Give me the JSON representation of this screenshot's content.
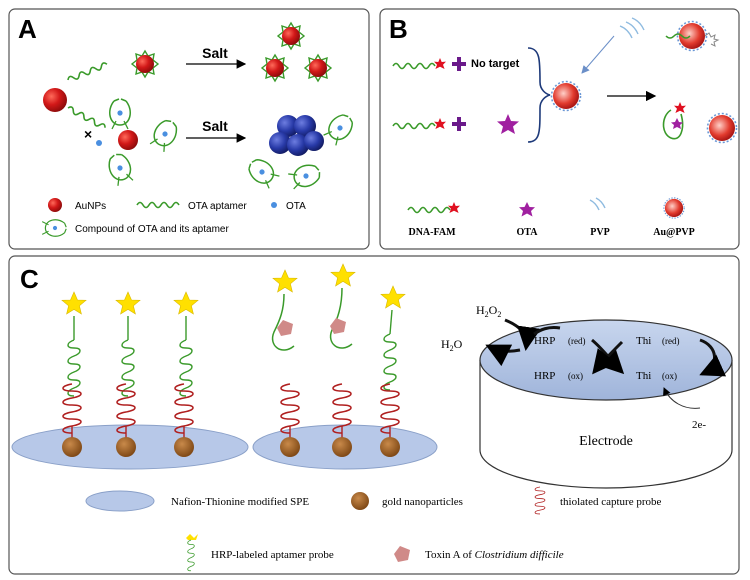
{
  "panels": {
    "a": {
      "letter": "A",
      "arrow_top_label": "Salt",
      "arrow_bottom_label": "Salt",
      "legend": {
        "aunp": "AuNPs",
        "aptamer": "OTA aptamer",
        "ota": "OTA",
        "compound": "Compound of OTA and its aptamer"
      }
    },
    "b": {
      "letter": "B",
      "no_target": "No target",
      "legend": {
        "dna_fam": "DNA-FAM",
        "ota": "OTA",
        "pvp": "PVP",
        "au_pvp": "Au@PVP"
      }
    },
    "c": {
      "letter": "C",
      "electrode": {
        "h2o2": "H2O2",
        "h2o": "H2O",
        "hrp_red": "HRP",
        "hrp_red_state": "(red)",
        "hrp_ox": "HRP",
        "hrp_ox_state": "(ox)",
        "thi_red": "Thi",
        "thi_red_state": "(red)",
        "thi_ox": "Thi",
        "thi_ox_state": "(ox)",
        "electrons": "2e-",
        "label": "Electrode"
      },
      "legend": {
        "spe": "Nafion-Thionine modified SPE",
        "gold": "gold nanoparticles",
        "capture": "thiolated capture probe",
        "hrp_probe": "HRP-labeled aptamer probe",
        "toxin_prefix": "Toxin A of ",
        "toxin_species": "Clostridium difficile"
      }
    }
  },
  "colors": {
    "panel_border": "#555555",
    "aunp_red": "#cc1111",
    "aptamer_green": "#3a9a2a",
    "ota_blue": "#4a8fe0",
    "aggregate_blue": "#1e2a8a",
    "fam_red": "#e01020",
    "ota_purple": "#a020a0",
    "pvp_blue": "#8fbbe0",
    "spe_fill": "#b7c8e8",
    "gold_brown": "#9a5a1e",
    "capture_red": "#b02020",
    "star_yellow": "#ffe000",
    "toxin_pink": "#d08a88"
  }
}
